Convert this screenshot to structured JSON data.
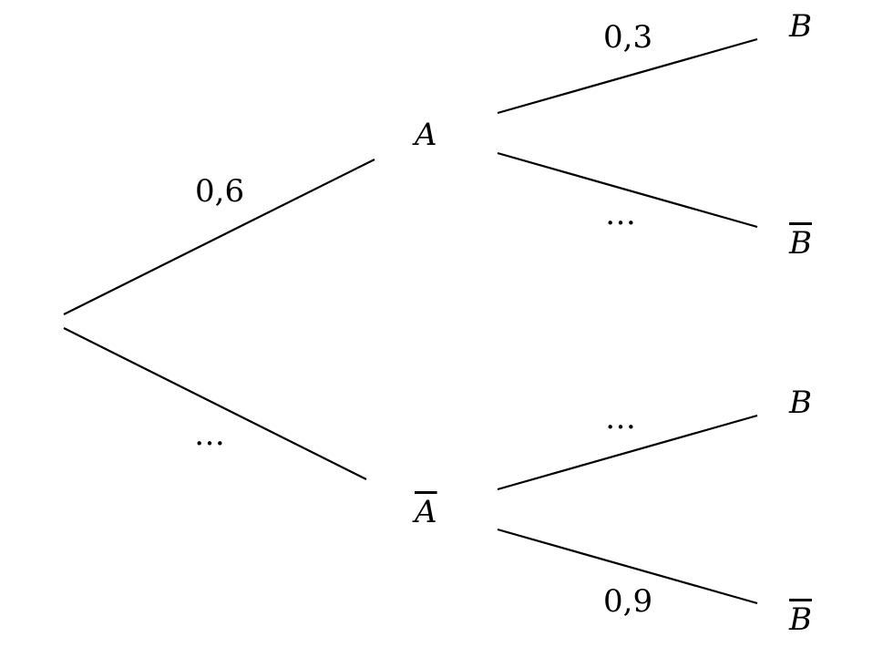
{
  "nodes": {
    "A": "A",
    "A_bar": "A",
    "B1": "B",
    "Bbar1": "B",
    "B2": "B",
    "Bbar2": "B"
  },
  "probabilities": {
    "root_A": "0,6",
    "root_Abar": "…",
    "A_B": "0,3",
    "A_Bbar": "…",
    "Abar_B": "…",
    "Abar_Bbar": "0,9"
  }
}
